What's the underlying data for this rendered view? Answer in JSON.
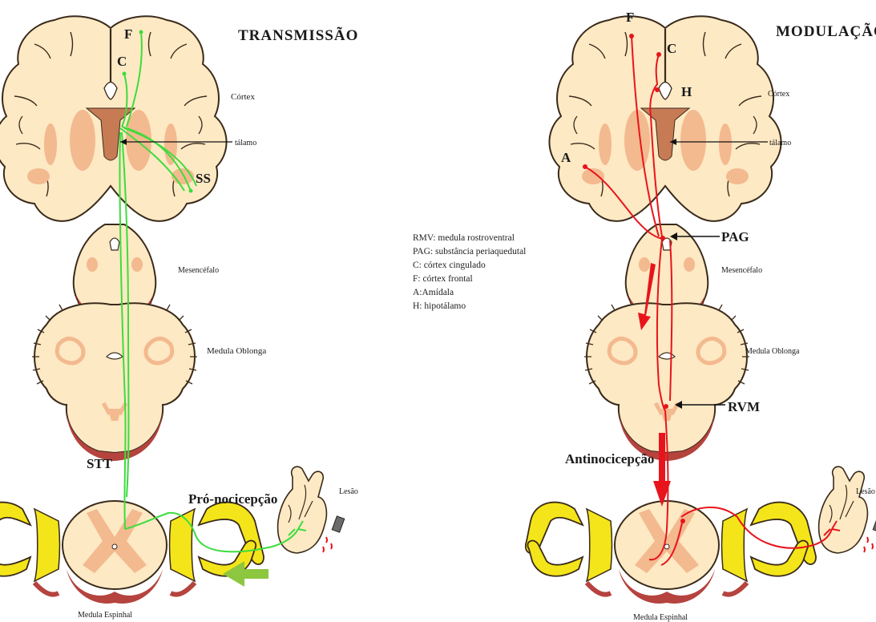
{
  "left": {
    "title": "TRANSMISSÃO",
    "labels": {
      "F": "F",
      "C": "C",
      "SS": "SS",
      "cortex": "Córtex",
      "talamo": "tálamo",
      "mesencefalo": "Mesencéfalo",
      "medula_oblonga": "Medula Oblonga",
      "stt": "STT",
      "pro_nocicepcao": "Pró-nocicepção",
      "lesao": "Lesão",
      "medula_espinhal": "Medula Espinhal"
    },
    "pathway_color": "#3ddc3d",
    "arrow_color": "#8dc63f"
  },
  "right": {
    "title": "MODULAÇÃO",
    "labels": {
      "F": "F",
      "C": "C",
      "H": "H",
      "A": "A",
      "cortex": "Córtex",
      "talamo": "tálamo",
      "pag": "PAG",
      "mesencefalo": "Mesencéfalo",
      "medula_oblonga": "Medula Oblonga",
      "rvm": "RVM",
      "antinocicepcao": "Antinocicepção",
      "lesao": "Lesão",
      "medula_espinhal": "Medula Espinhal"
    },
    "pathway_color": "#e8141b"
  },
  "legend": [
    "RMV: medula rostroventral",
    "PAG: substância periaquedutal",
    "C: córtex cingulado",
    "F: córtex frontal",
    "A:Amídala",
    "H: hipotálamo"
  ],
  "colors": {
    "brain_fill": "#fde9c4",
    "brain_outline": "#3a2a1a",
    "gray_matter": "#f3b98f",
    "ventricle": "#c77b55",
    "brainstem_base": "#b5433e",
    "nerve_yellow": "#f4e51a"
  }
}
